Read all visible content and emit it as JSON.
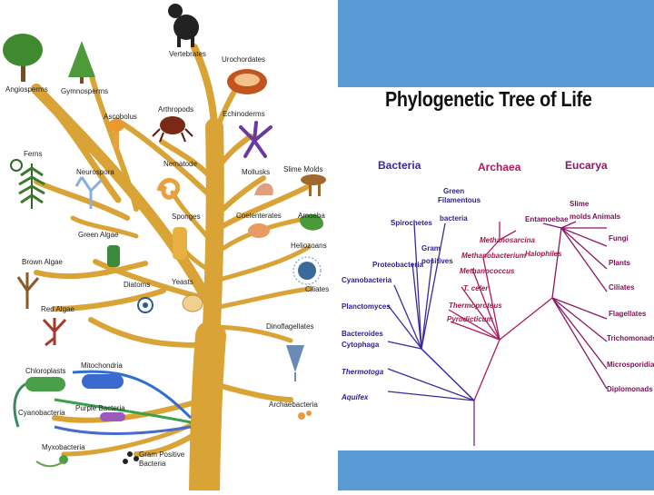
{
  "left_tree": {
    "labels": {
      "angiosperms": "Angiosperms",
      "gymnosperms": "Gymnosperms",
      "vertebrates": "Vertebrates",
      "urochordates": "Urochordates",
      "arthropods": "Arthropods",
      "ascobolus": "Ascobolus",
      "echinoderms": "Echinoderms",
      "ferns": "Ferns",
      "neurospora": "Neurospora",
      "nematode": "Nematode",
      "mollusks": "Mollusks",
      "slime_molds": "Slime Molds",
      "green_algae": "Green Algae",
      "sponges": "Sponges",
      "coelenterates": "Coelenterates",
      "amoeba": "Amoeba",
      "brown_algae": "Brown Algae",
      "heliozoans": "Heliozoans",
      "diatoms": "Diatoms",
      "yeasts": "Yeasts",
      "ciliates": "Ciliates",
      "red_algae": "Red Algae",
      "dinoflagellates": "Dinoflagellates",
      "chloroplasts": "Chloroplasts",
      "mitochondria": "Mitochondria",
      "cyanobacteria": "Cyanobacteria",
      "purple_bacteria": "Purple Bacteria",
      "archaebacteria": "Archaebacteria",
      "myxobacteria": "Myxobacteria",
      "gram_positive_1": "Gram Positive",
      "gram_positive_2": "Bacteria"
    }
  },
  "right_tree": {
    "title": "Phylogenetic Tree of Life",
    "domains": {
      "bacteria": "Bacteria",
      "archaea": "Archaea",
      "eucarya": "Eucarya"
    },
    "bacteria": {
      "green_filamentous_1": "Green",
      "green_filamentous_2": "Filamentous",
      "green_filamentous_3": "bacteria",
      "spirochetes": "Spirochetes",
      "gram_positives_1": "Gram",
      "gram_positives_2": "positives",
      "proteobacteria": "Proteobacteria",
      "cyanobacteria": "Cyanobacteria",
      "planctomyces": "Planctomyces",
      "bacteroides_1": "Bacteroides",
      "bacteroides_2": "Cytophaga",
      "thermotoga": "Thermotoga",
      "aquifex": "Aquifex"
    },
    "archaea": {
      "methanosarcina": "Methanosarcina",
      "methanobacterium": "Methanobacterium",
      "halophiles": "Halophiles",
      "methanococcus": "Methanococcus",
      "t_celer": "T. celer",
      "thermoproteus": "Thermoproteus",
      "pyrodicticum": "Pyrodicticum"
    },
    "eucarya": {
      "entamoebae": "Entamoebae",
      "slime_molds_1": "Slime",
      "slime_molds_2": "molds",
      "animals": "Animals",
      "fungi": "Fungi",
      "plants": "Plants",
      "ciliates": "Ciliates",
      "flagellates": "Flagellates",
      "trichomonads": "Trichomonads",
      "microsporidia": "Microsporidia",
      "diplomonads": "Diplomonads"
    },
    "colors": {
      "bacteria": "#3a2aa0",
      "archaea": "#b0195a",
      "eucarya": "#8a1766",
      "trunk": "#9a2a80"
    }
  }
}
